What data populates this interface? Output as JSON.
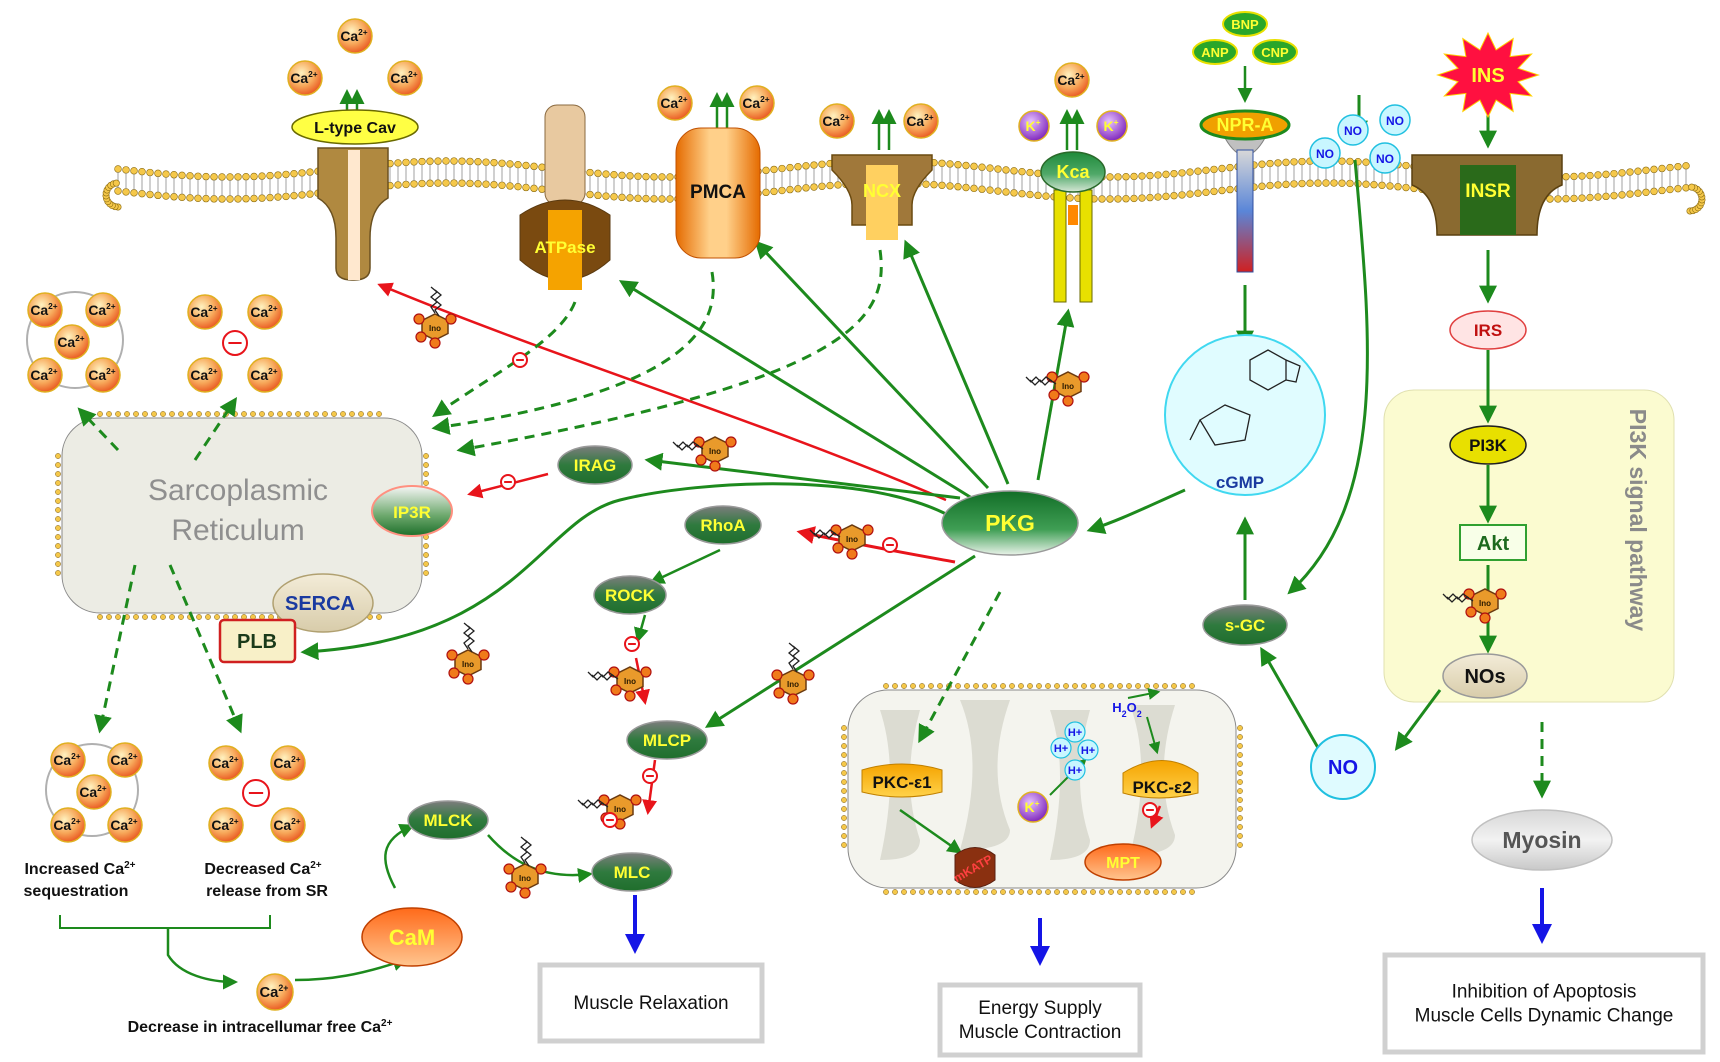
{
  "colors": {
    "green": "#1d8a1d",
    "red": "#e8141b",
    "blue": "#1515e6",
    "membrane_head": "#f5c84a",
    "dark_green": "#2f6e2a",
    "yellow_text": "#ffff33"
  },
  "ion": {
    "ca": "Ca",
    "ca_sup": "2+",
    "k": "K",
    "k_sup": "+",
    "h": "H+",
    "no": "NO",
    "h2o2": "H",
    "h2o2_sub": "2",
    "h2o2_o": "O",
    "h2o2_sub2": "2"
  },
  "membrane": {
    "l_type": "L-type Cav",
    "atpase": "ATPase",
    "pmca": "PMCA",
    "ncx": "NCX",
    "kca": "Kca",
    "npr": "NPR-A",
    "insr": "INSR",
    "ins": "INS",
    "bnp": "BNP",
    "anp": "ANP",
    "cnp": "CNP"
  },
  "sr": {
    "title_line1": "Sarcoplasmic",
    "title_line2": "Reticulum",
    "ip3r": "IP3R",
    "serca": "SERCA",
    "plb": "PLB"
  },
  "nodes": {
    "irag": "IRAG",
    "rhoa": "RhoA",
    "rock": "ROCK",
    "mlcp": "MLCP",
    "mlck": "MLCK",
    "mlc": "MLC",
    "cam": "CaM",
    "pkg": "PKG",
    "cgmp": "cGMP",
    "sgc": "s-GC",
    "irs": "IRS",
    "pi3k": "PI3K",
    "akt": "Akt",
    "nos": "NOs",
    "myosin": "Myosin",
    "pkc_e1": "PKC-ε1",
    "pkc_e2": "PKC-ε2",
    "mpt": "MPT",
    "mkatp": "mKATP",
    "ino": "Ino"
  },
  "labels": {
    "inc_seq_1": "Increased Ca",
    "inc_seq_2": "sequestration",
    "dec_rel_1": "Decreased Ca",
    "dec_rel_2": "release from SR",
    "decrease_free": "Decrease in intracellumar  free Ca",
    "pi3k_pathway": "PI3K signal pathway"
  },
  "outcomes": {
    "relaxation": "Muscle Relaxation",
    "energy_1": "Energy Supply",
    "energy_2": "Muscle Contraction",
    "apop_1": "Inhibition of Apoptosis",
    "apop_2": "Muscle Cells Dynamic Change"
  }
}
